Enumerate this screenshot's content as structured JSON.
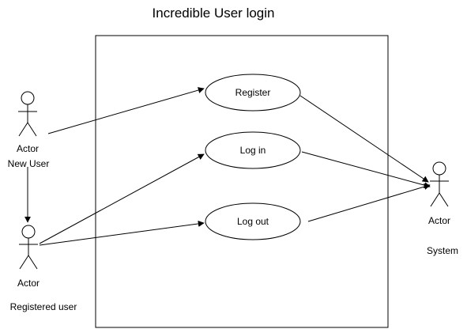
{
  "title": "Incredible User login",
  "use_cases": {
    "register": "Register",
    "login": "Log in",
    "logout": "Log out"
  },
  "actors": {
    "new_user": {
      "type": "Actor",
      "role": "New User"
    },
    "registered_user": {
      "type": "Actor",
      "role": "Registered user"
    },
    "system": {
      "type": "Actor",
      "role": "System"
    }
  },
  "colors": {
    "line": "#000000",
    "background": "#ffffff"
  }
}
